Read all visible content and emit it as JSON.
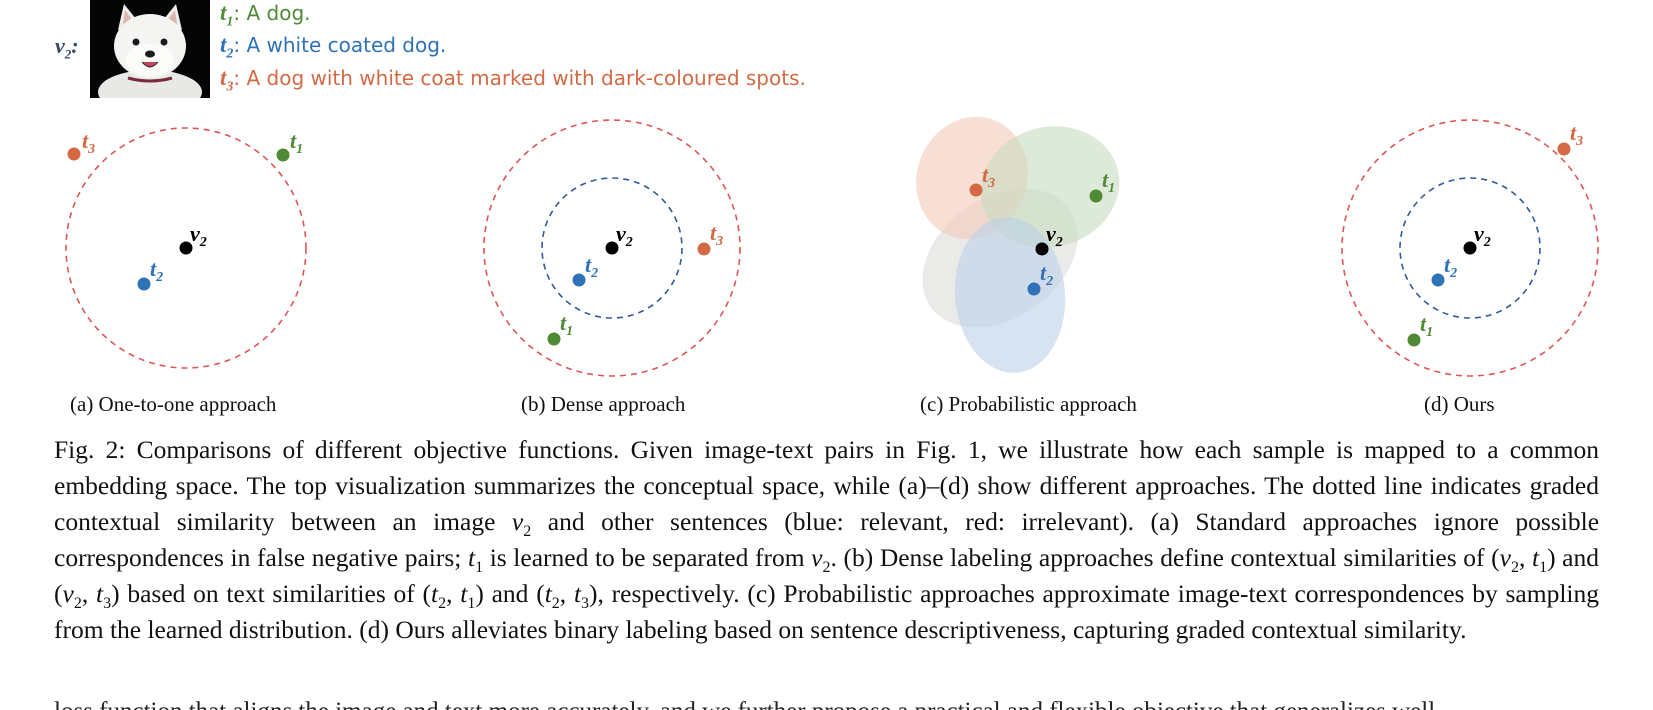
{
  "legend": {
    "image_label": "v",
    "image_label_sub": "2",
    "image_icon": "dog-photo",
    "texts": [
      {
        "var": "t",
        "sub": "1",
        "text": ": A dog.",
        "color": "#4f8a35"
      },
      {
        "var": "t",
        "sub": "2",
        "text": ": A white coated dog.",
        "color": "#2f72b8"
      },
      {
        "var": "t",
        "sub": "3",
        "text": ": A dog with white coat marked with dark-coloured spots.",
        "color": "#d36a45"
      }
    ]
  },
  "panels": [
    {
      "caption": "(a) One-to-one approach"
    },
    {
      "caption": "(b) Dense approach"
    },
    {
      "caption": "(c) Probabilistic approach"
    },
    {
      "caption": "(d) Ours"
    }
  ],
  "point_labels": {
    "v2": "v",
    "v2_sub": "2",
    "t1": "t",
    "t1_sub": "1",
    "t2": "t",
    "t2_sub": "2",
    "t3": "t",
    "t3_sub": "3"
  },
  "colors": {
    "green": "#4f8a35",
    "blue": "#2f72b8",
    "orange": "#d36a45",
    "red_dash": "#e05555",
    "blue_dash": "#2f5aa0"
  },
  "figure_caption": {
    "p1": "Fig. 2: Comparisons of different objective functions. Given image-text pairs in Fig. 1, we illustrate how each sample is mapped to a common embedding space. The top visualization summarizes the conceptual space, while (a)–(d) show different approaches. The dotted line indicates graded contextual similarity between an image ",
    "p2": " and other sentences (blue: relevant, red: irrelevant). (a) Standard approaches ignore possible correspondences in false negative pairs; ",
    "p3": " is learned to be separated from ",
    "p4": ". (b) Dense labeling approaches define contextual similarities of ",
    "p5": " and ",
    "p6": " based on text similarities of ",
    "p7": " and ",
    "p8": ", respectively. (c) Probabilistic approaches approximate image-text correspondences by sampling from the learned distribution. (d) Ours alleviates binary labeling based on sentence descriptiveness, capturing graded contextual similarity.",
    "m_v2": "v",
    "m_t1": "t",
    "m_pair_v2t1": "(v2, t1)",
    "m_pair_v2t3": "(v2, t3)",
    "m_pair_t2t1": "(t2, t1)",
    "m_pair_t2t3": "(t2, t3)"
  },
  "cutoff_text": "loss function that aligns the image and text more accurately, and we further propose a practical and flexible objective that generalizes well."
}
